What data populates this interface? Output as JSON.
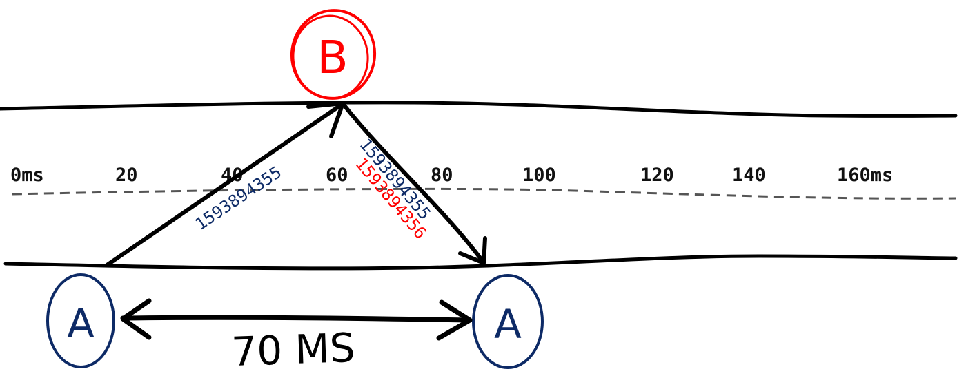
{
  "timeline": {
    "ticks": [
      "0ms",
      "20",
      "40",
      "60",
      "80",
      "100",
      "120",
      "140",
      "160ms"
    ]
  },
  "nodes": {
    "b_label": "B",
    "a_label": "A"
  },
  "messages": {
    "outbound_timestamp": "1593894355",
    "return_timestamp_echo": "1593894355",
    "return_timestamp_reply": "1593894356"
  },
  "round_trip": {
    "label": "70 MS"
  },
  "colors": {
    "ink": "#000000",
    "node_a": "#0d2a66",
    "node_b": "#ff0000",
    "dashed_line": "#555555"
  }
}
